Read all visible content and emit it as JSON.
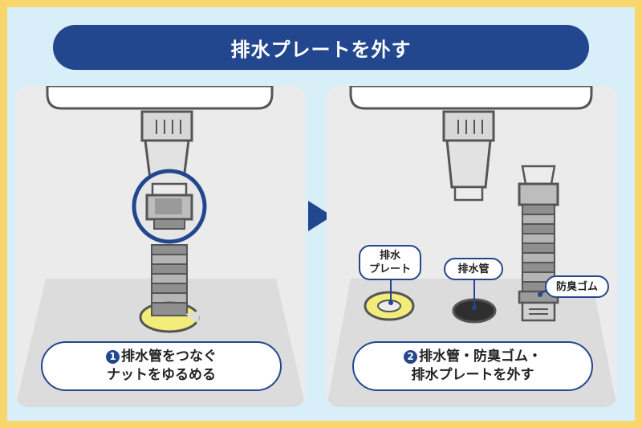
{
  "title": "排水プレートを外す",
  "step1": {
    "number": "1",
    "line1": "排水管をつなぐ",
    "line2": "ナットをゆるめる"
  },
  "step2": {
    "number": "2",
    "line1": "排水管・防臭ゴム・",
    "line2": "排水プレートを外す"
  },
  "labels": {
    "plate_line1": "排水",
    "plate_line2": "プレート",
    "pipe": "排水管",
    "rubber": "防臭ゴム"
  },
  "colors": {
    "navy": "#23478e",
    "yellow": "#f7d76b",
    "background": "#d8eef9",
    "panel": "#ebebeb",
    "plate_yellow": "#f3ec7a"
  }
}
